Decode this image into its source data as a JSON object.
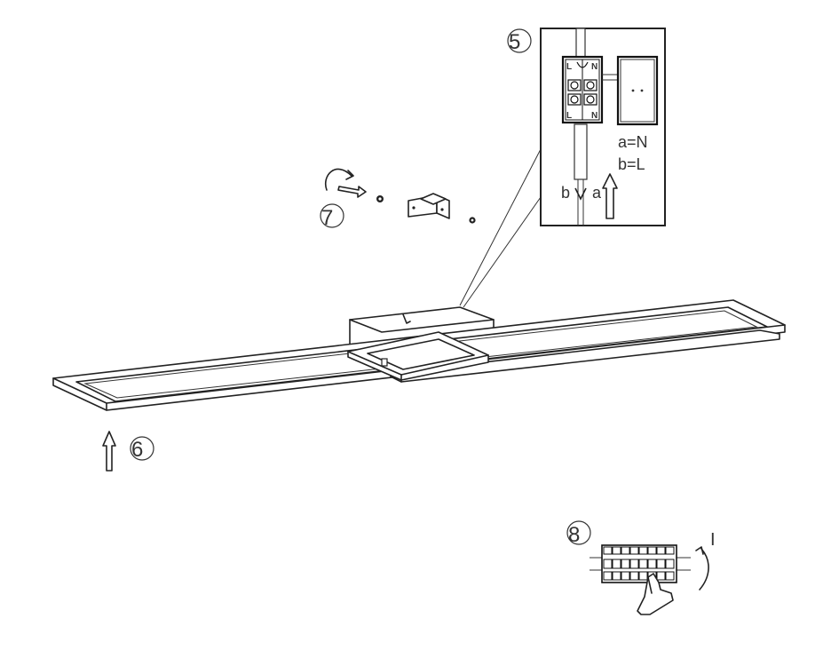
{
  "steps": {
    "s5": "5",
    "s6": "6",
    "s7": "7",
    "s8": "8"
  },
  "wiring": {
    "terminal_L_top": "L",
    "terminal_N_top": "N",
    "terminal_L_bottom": "L",
    "terminal_N_bottom": "N",
    "legend_a": "a=N",
    "legend_b": "b=L",
    "wire_b": "b",
    "wire_a": "a"
  },
  "breaker": {
    "switch_on_label": "I"
  }
}
